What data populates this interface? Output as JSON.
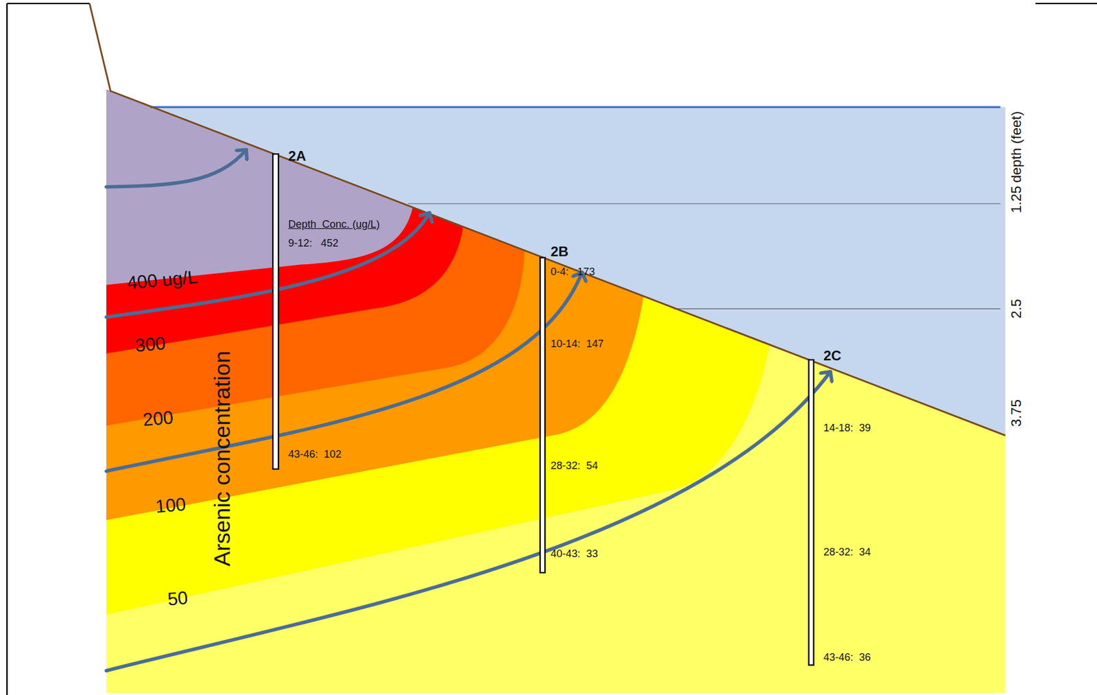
{
  "diagram": {
    "labels": [
      "2A",
      "Depth  Conc. (ug/L)",
      "9-12:   452",
      "43-46:  102",
      "2B",
      "0-4:   173",
      "10-14:  147",
      "28-32:  54",
      "40-43:  33",
      "2C",
      "14-18:  39",
      "28-32:  34",
      "43-46:  36",
      "depth (feet)",
      "1.25",
      "2.5",
      "3.75",
      "400 ug/L",
      "300",
      "200",
      "100",
      "50",
      "Arsenic concentration"
    ]
  }
}
